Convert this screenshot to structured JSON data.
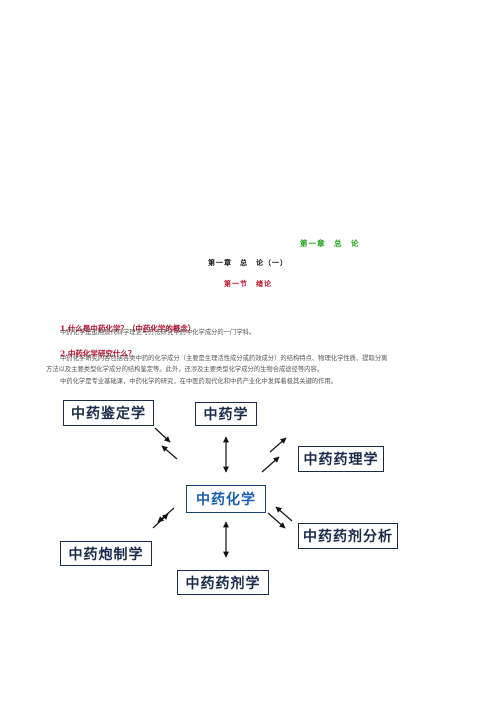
{
  "header": {
    "chapter_green": "第一章　总　论",
    "chapter_black": "第一章　总　论（一）",
    "section_red": "第一节　绪论"
  },
  "q1": {
    "number": "1.",
    "title": "什么是中药化学？（中药化学的概念）",
    "answer": "中药化学是运用现代科学理论与方法研究中药中化学成分的一门学科。"
  },
  "q2": {
    "number": "2.",
    "title": "中药化学研究什么？",
    "para_line1": "中药化学研究内容包括各类中药的化学成分（主要是生理活性成分或药效成分）的结构特点、物理化学性质、提取分离",
    "para_line2": "方法以及主要类型化学成分的结构鉴定等。此外，还涉及主要类型化学成分的生物合成途径等内容。",
    "para3": "中药化学是专业基础课，中药化学的研究，在中医药现代化和中药产业化中发挥着极其关键的作用。"
  },
  "diagram": {
    "center": "中药化学",
    "top": "中药学",
    "left_top": "中药鉴定学",
    "right_top": "中药药理学",
    "left_bottom": "中药炮制学",
    "right_bottom": "中药药剂分析",
    "bottom": "中药药剂学"
  },
  "colors": {
    "green": "#1aa31a",
    "red": "#c0102a",
    "box_border": "#1a2b4a",
    "center_text": "#1a5fb0"
  }
}
